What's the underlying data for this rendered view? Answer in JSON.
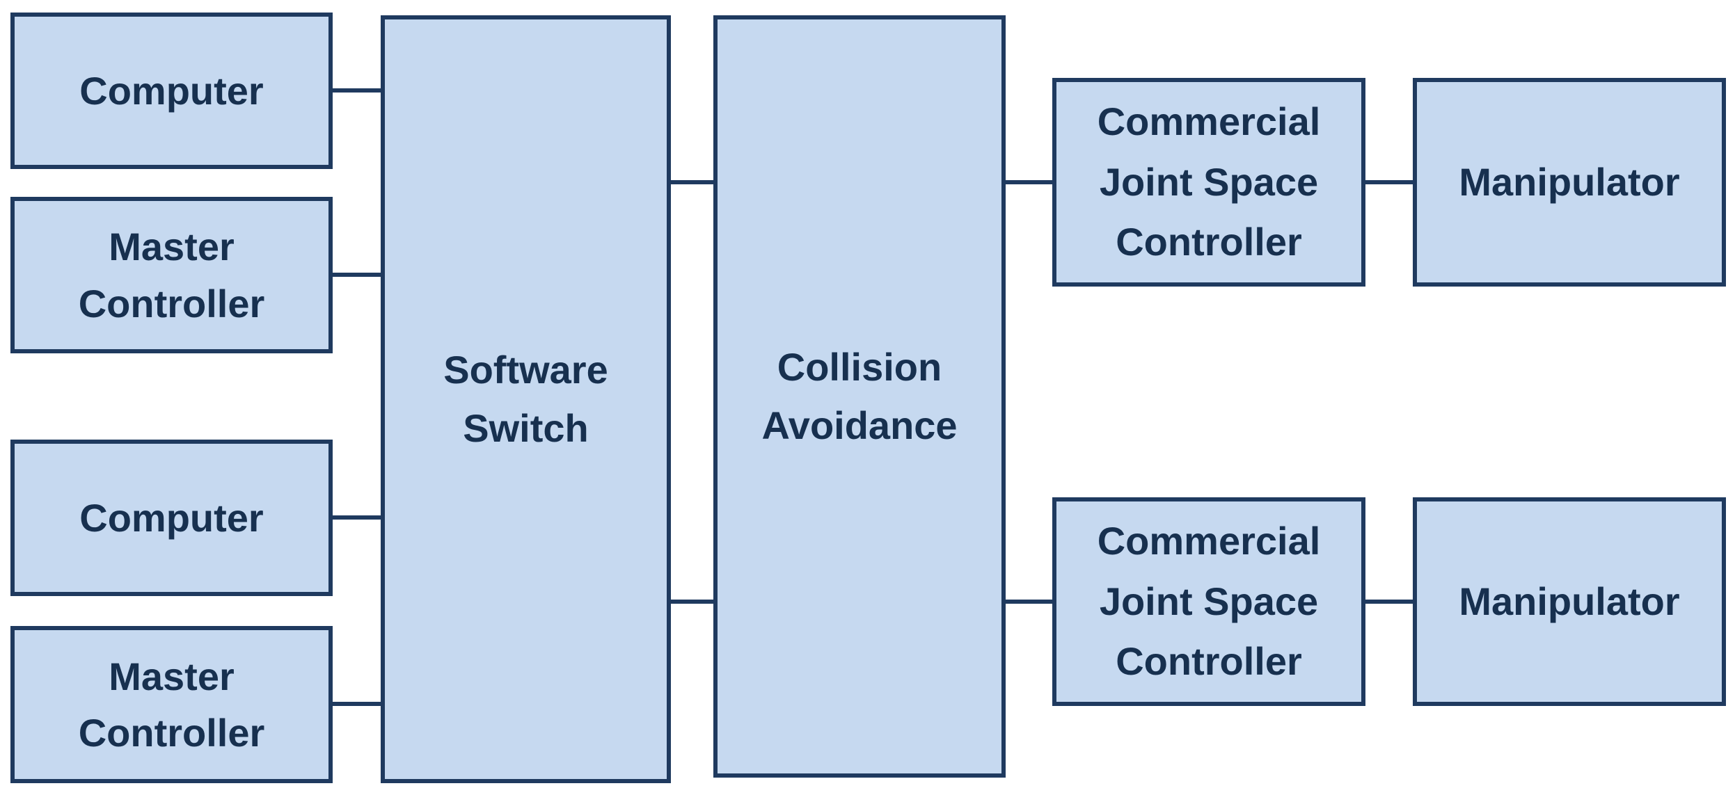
{
  "colors": {
    "box_fill": "#c6d9f0",
    "box_border": "#1f3a5f",
    "text": "#17304f",
    "background": "#ffffff",
    "connector": "#1f3a5f"
  },
  "nodes": {
    "computer_top": {
      "label": "Computer"
    },
    "master_controller_top": {
      "line1": "Master",
      "line2": "Controller"
    },
    "computer_bottom": {
      "label": "Computer"
    },
    "master_controller_bottom": {
      "line1": "Master",
      "line2": "Controller"
    },
    "software_switch": {
      "line1": "Software",
      "line2": "Switch"
    },
    "collision_avoidance": {
      "line1": "Collision",
      "line2": "Avoidance"
    },
    "joint_controller_top": {
      "line1": "Commercial",
      "line2": "Joint Space",
      "line3": "Controller"
    },
    "manipulator_top": {
      "label": "Manipulator"
    },
    "joint_controller_bottom": {
      "line1": "Commercial",
      "line2": "Joint Space",
      "line3": "Controller"
    },
    "manipulator_bottom": {
      "label": "Manipulator"
    }
  }
}
